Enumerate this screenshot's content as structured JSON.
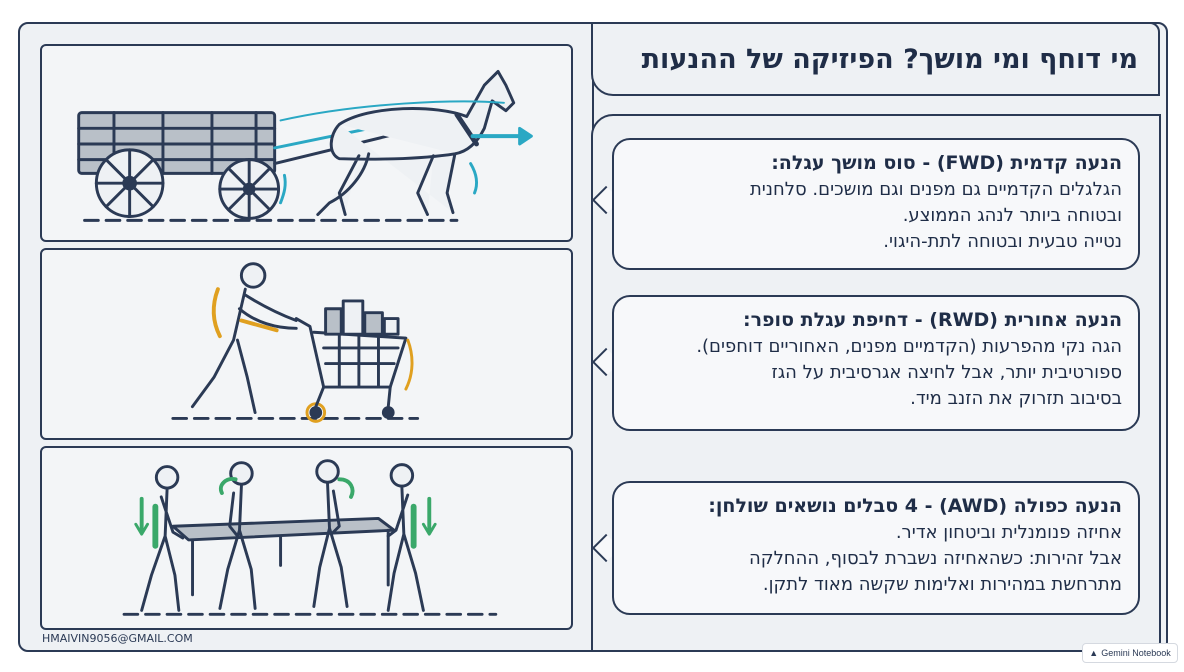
{
  "title": "מי דוחף ומי מושך? הפיזיקה של ההנעות",
  "sections": [
    {
      "heading": "הנעה קדמית (FWD) - סוס מושך עגלה:",
      "lines": [
        "הגלגלים הקדמיים גם מפנים וגם מושכים. סלחנית",
        "ובטוחה ביותר לנהג הממוצע.",
        "נטייה טבעית ובטוחה לתת-היגוי."
      ]
    },
    {
      "heading": "הנעה אחורית (RWD) - דחיפת עגלת סופר:",
      "lines": [
        "הגה נקי מהפרעות (הקדמיים מפנים, האחוריים דוחפים).",
        "ספורטיבית יותר, אבל לחיצה אגרסיבית על הגז",
        "בסיבוב תזרוק את הזנב מיד."
      ]
    },
    {
      "heading": "הנעה כפולה (AWD) - 4 סבלים נושאים שולחן:",
      "lines": [
        "אחיזה פנומנלית וביטחון אדיר.",
        "אבל זהירות: כשהאחיזה נשברת לבסוף, ההחלקה",
        "מתרחשת במהירות ואלימות שקשה מאוד לתקן."
      ]
    }
  ],
  "footer": {
    "email": "HMAIVIN9056@GMAIL.COM",
    "badge": "Gemini Notebook",
    "badge_icon": "notebook-icon"
  },
  "colors": {
    "ink": "#2b3a55",
    "cyan": "#2aa8c4",
    "orange": "#e0a020",
    "green": "#3aa86a"
  }
}
